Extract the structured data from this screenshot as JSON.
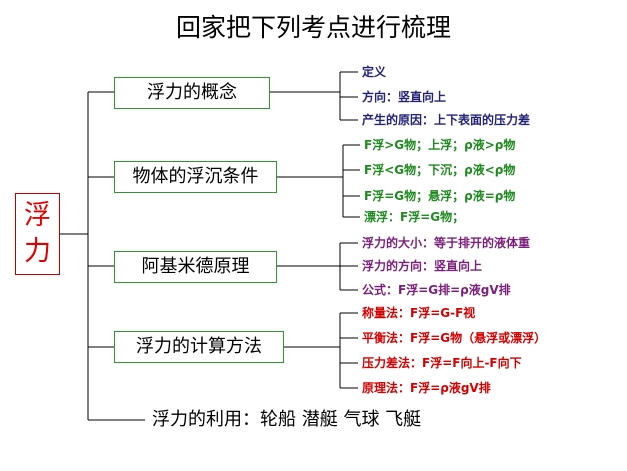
{
  "title": "回家把下列考点进行梳理",
  "root": {
    "label_line1": "浮",
    "label_line2": "力"
  },
  "categories": [
    {
      "label": "浮力的概念",
      "leaves": [
        "定义",
        "方向：竖直向上",
        "产生的原因：上下表面的压力差"
      ]
    },
    {
      "label": "物体的浮沉条件",
      "leaves": [
        "F浮>G物；上浮；ρ液>ρ物",
        "F浮<G物；下沉；ρ液<ρ物",
        "F浮=G物；悬浮；ρ液=ρ物",
        "漂浮：F浮=G物；"
      ]
    },
    {
      "label": "阿基米德原理",
      "leaves": [
        "浮力的大小：等于排开的液体重",
        "浮力的方向：竖直向上",
        "公式：F浮=G排=ρ液gV排"
      ]
    },
    {
      "label": "浮力的计算方法",
      "leaves": [
        "称量法：F浮=G-F视",
        "平衡法：F浮=G物（悬浮或漂浮）",
        "压力差法：F浮=F向上-F向下",
        "原理法：F浮=ρ液gV排"
      ]
    }
  ],
  "uses": "浮力的利用：轮船  潜艇  气球  飞艇"
}
